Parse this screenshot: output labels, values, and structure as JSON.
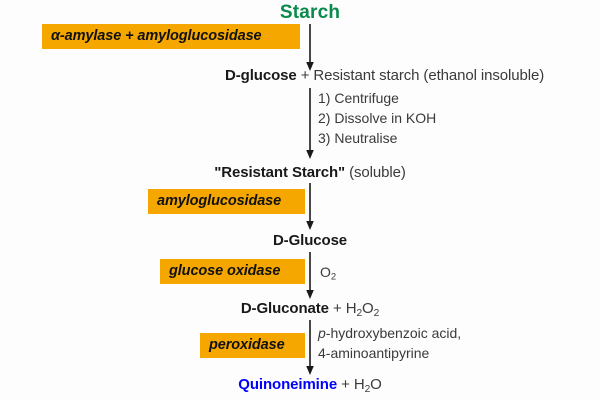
{
  "diagram": {
    "title": "Starch",
    "title_color": "#0b8a4d",
    "enzyme_box_color": "#f5a700",
    "product_color": "#0000ff",
    "background_color": "#fdfdfd",
    "arrow_color": "#1a1a1a"
  },
  "enzymes": [
    {
      "label": "α-amylase + amyloglucosidase"
    },
    {
      "label": "amyloglucosidase"
    },
    {
      "label": "glucose oxidase"
    },
    {
      "label": "peroxidase"
    }
  ],
  "compounds": {
    "starch": "Starch",
    "d_glucose_bold": "D-glucose",
    "d_glucose_rest": " + Resistant starch (ethanol insoluble)",
    "resistant_starch_open": "\"",
    "resistant_starch_bold": "Resistant Starch",
    "resistant_starch_close": "\"",
    "resistant_starch_rest": " (soluble)",
    "d_glucose2": "D-Glucose",
    "d_gluconate_bold": "D-Gluconate",
    "d_gluconate_plus": " + H",
    "d_gluconate_sub1": "2",
    "d_gluconate_mid": "O",
    "d_gluconate_sub2": "2",
    "quinoneimine": "Quinoneimine",
    "quinoneimine_plus": " + H",
    "quinoneimine_sub": "2",
    "quinoneimine_tail": "O"
  },
  "steps": {
    "step1": "1) Centrifuge",
    "step2": "2) Dissolve in KOH",
    "step3": "3) Neutralise"
  },
  "reagents": {
    "oxygen": "O",
    "oxygen_sub": "2",
    "peroxidase_line1_italic": "p",
    "peroxidase_line1_rest": "-hydroxybenzoic acid,",
    "peroxidase_line2": "4-aminoantipyrine"
  }
}
